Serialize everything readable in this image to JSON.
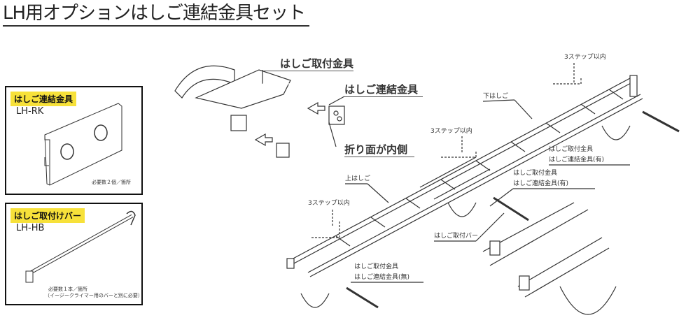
{
  "title": "LH用オプションはしご連結金具セット",
  "parts": [
    {
      "tag": "はしご連結金具",
      "model": "LH-RK",
      "note": "必要数２個／箇所"
    },
    {
      "tag": "はしご取付けバー",
      "model": "LH-HB",
      "note": "必要数１本／箇所",
      "note2": "（イージークライマー用のバーと別に必要）"
    }
  ],
  "callouts": {
    "mount_bracket": "はしご取付金具",
    "connect_bracket": "はしご連結金具",
    "fold_inside": "折り面が内側"
  },
  "labels": {
    "step_top": "3ステップ以内",
    "step_mid": "3ステップ以内",
    "step_left": "3ステップ以内",
    "lower_ladder": "下はしご",
    "upper_ladder": "上はしご",
    "mount_bar": "はしご取付バー",
    "right_a1": "はしご取付金具",
    "right_a2": "はしご連結金具(有)",
    "mid_b1": "はしご取付金具",
    "mid_b2": "はしご連結金具(有)",
    "bottom_c1": "はしご取付金具",
    "bottom_c2": "はしご連結金具(無)"
  }
}
